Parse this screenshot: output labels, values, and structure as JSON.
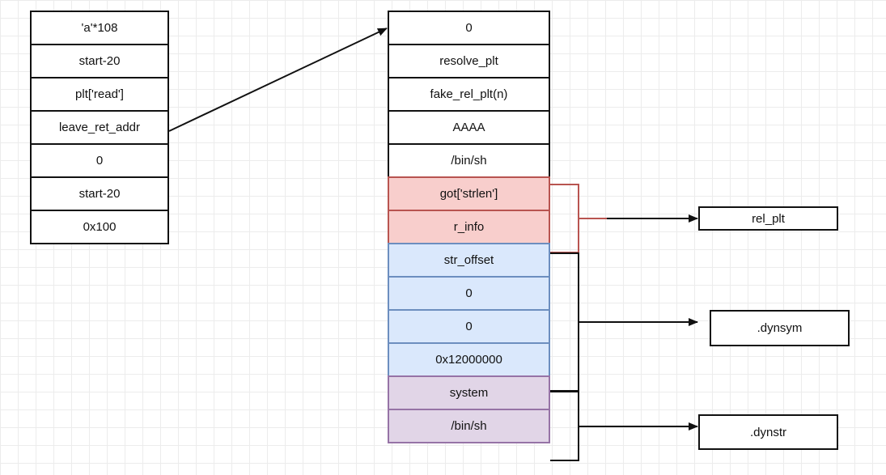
{
  "left_stack": [
    "'a'*108",
    "start-20",
    "plt['read']",
    "leave_ret_addr",
    "0",
    "start-20",
    "0x100"
  ],
  "right_stack": {
    "plain": [
      "0",
      "resolve_plt",
      "fake_rel_plt(n)",
      "AAAA",
      "/bin/sh"
    ],
    "rel_group": [
      "got['strlen']",
      "r_info"
    ],
    "sym_group": [
      "str_offset",
      "0",
      "0",
      "0x12000000"
    ],
    "str_group": [
      "system",
      "/bin/sh"
    ]
  },
  "targets": {
    "rel_plt": "rel_plt",
    "dynsym": ".dynsym",
    "dynstr": ".dynstr"
  },
  "colors": {
    "rel_fill": "#f8cecc",
    "rel_border": "#b85450",
    "sym_fill": "#dae8fc",
    "sym_border": "#6c8ebf",
    "str_fill": "#e1d5e7",
    "str_border": "#9673a6",
    "line": "#111111"
  }
}
